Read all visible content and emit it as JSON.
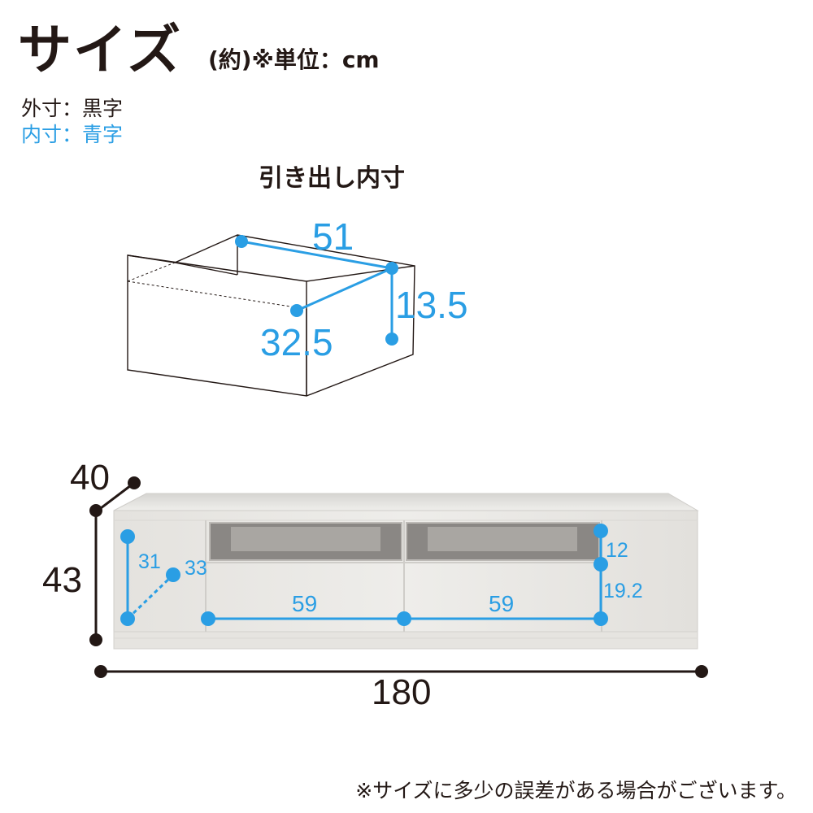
{
  "header": {
    "title": "サイズ",
    "unit_note": "(約)※単位：cm"
  },
  "legend": {
    "outer": "外寸：黒字",
    "inner": "内寸：青字"
  },
  "drawer": {
    "title": "引き出し内寸",
    "width": "51",
    "depth": "32.5",
    "height": "13.5"
  },
  "cabinet": {
    "depth": "40",
    "height": "43",
    "width": "180",
    "left_inner_height": "31",
    "left_inner_depth": "33",
    "drawer_width_left": "59",
    "drawer_width_right": "59",
    "shelf_height": "12",
    "drawer_height": "19.2"
  },
  "footer": {
    "note": "※サイズに多少の誤差がある場合がございます。"
  },
  "colors": {
    "outer_text": "#231815",
    "inner_text": "#2a9ee4",
    "cabinet_body": "#e9e7e3"
  }
}
